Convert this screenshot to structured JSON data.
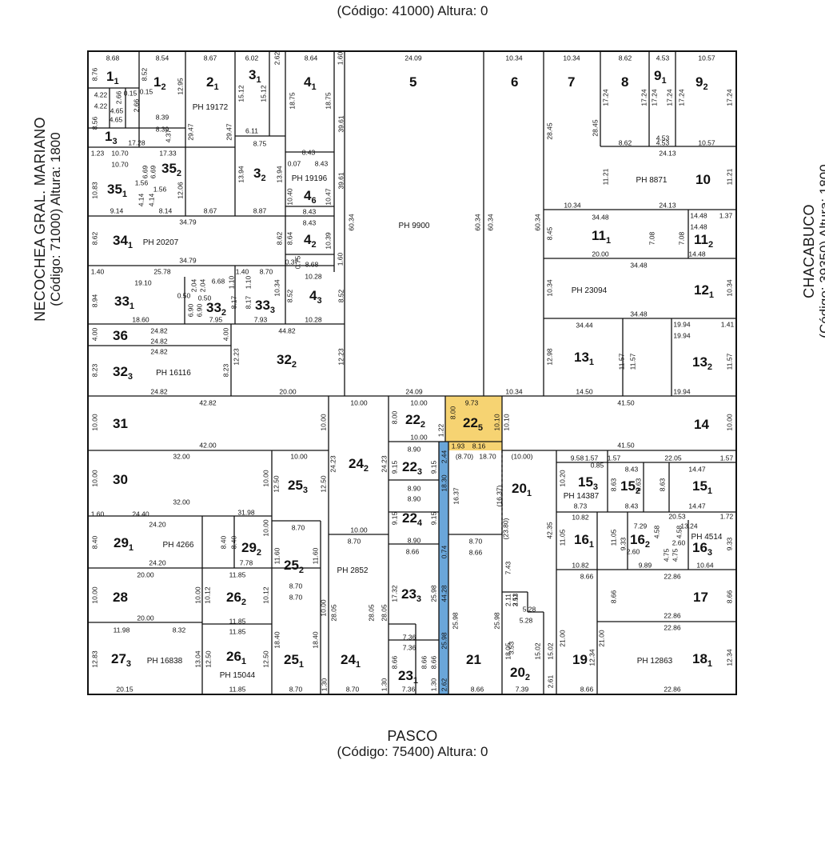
{
  "streets": {
    "top": {
      "name": "",
      "code": "(Código: 41000) Altura: 0"
    },
    "bottom": {
      "name": "PASCO",
      "code": "(Código: 75400) Altura: 0"
    },
    "left": {
      "name": "NECOCHEA GRAL. MARIANO",
      "code": "(Código: 71000) Altura: 1800"
    },
    "right": {
      "name": "CHACABUCO",
      "code": "(Código: 39350) Altura: 1800"
    }
  },
  "colors": {
    "highlight_lot": "#f6d372",
    "highlight_strip": "#6aa6d9"
  },
  "parcels": [
    {
      "id": "1_1",
      "num": "1",
      "sub": "1"
    },
    {
      "id": "1_2",
      "num": "1",
      "sub": "2"
    },
    {
      "id": "1_3",
      "num": "1",
      "sub": "3"
    },
    {
      "id": "2_1",
      "num": "2",
      "sub": "1",
      "ph": "PH 19172"
    },
    {
      "id": "3_1",
      "num": "3",
      "sub": "1"
    },
    {
      "id": "3_2",
      "num": "3",
      "sub": "2"
    },
    {
      "id": "4_1",
      "num": "4",
      "sub": "1"
    },
    {
      "id": "4_6",
      "num": "4",
      "sub": "6",
      "ph": "PH 19196"
    },
    {
      "id": "4_2",
      "num": "4",
      "sub": "2"
    },
    {
      "id": "4_3",
      "num": "4",
      "sub": "3"
    },
    {
      "id": "5",
      "num": "5",
      "sub": "",
      "ph": "PH 9900"
    },
    {
      "id": "6",
      "num": "6",
      "sub": ""
    },
    {
      "id": "7",
      "num": "7",
      "sub": ""
    },
    {
      "id": "8",
      "num": "8",
      "sub": ""
    },
    {
      "id": "9_1",
      "num": "9",
      "sub": "1"
    },
    {
      "id": "9_2",
      "num": "9",
      "sub": "2"
    },
    {
      "id": "10",
      "num": "10",
      "sub": "",
      "ph": "PH 8871"
    },
    {
      "id": "11_1",
      "num": "11",
      "sub": "1"
    },
    {
      "id": "11_2",
      "num": "11",
      "sub": "2"
    },
    {
      "id": "12_1",
      "num": "12",
      "sub": "1",
      "ph": "PH 23094"
    },
    {
      "id": "13_1",
      "num": "13",
      "sub": "1"
    },
    {
      "id": "13_2",
      "num": "13",
      "sub": "2"
    },
    {
      "id": "14",
      "num": "14",
      "sub": ""
    },
    {
      "id": "15_1",
      "num": "15",
      "sub": "1"
    },
    {
      "id": "15_2",
      "num": "15",
      "sub": "2"
    },
    {
      "id": "15_3",
      "num": "15",
      "sub": "3",
      "ph": "PH 14387"
    },
    {
      "id": "16_1",
      "num": "16",
      "sub": "1"
    },
    {
      "id": "16_2",
      "num": "16",
      "sub": "2"
    },
    {
      "id": "16_3",
      "num": "16",
      "sub": "3",
      "ph": "PH 4514"
    },
    {
      "id": "17",
      "num": "17",
      "sub": ""
    },
    {
      "id": "18_1",
      "num": "18",
      "sub": "1",
      "ph": "PH 12863"
    },
    {
      "id": "19",
      "num": "19",
      "sub": ""
    },
    {
      "id": "20_1",
      "num": "20",
      "sub": "1"
    },
    {
      "id": "20_2",
      "num": "20",
      "sub": "2"
    },
    {
      "id": "21",
      "num": "21",
      "sub": ""
    },
    {
      "id": "22_2",
      "num": "22",
      "sub": "2"
    },
    {
      "id": "22_5",
      "num": "22",
      "sub": "5"
    },
    {
      "id": "22_3",
      "num": "22",
      "sub": "3"
    },
    {
      "id": "22_4",
      "num": "22",
      "sub": "4"
    },
    {
      "id": "23_3",
      "num": "23",
      "sub": "3"
    },
    {
      "id": "23_1",
      "num": "23",
      "sub": "1"
    },
    {
      "id": "24_2",
      "num": "24",
      "sub": "2"
    },
    {
      "id": "24_1",
      "num": "24",
      "sub": "1",
      "ph": "PH 2852"
    },
    {
      "id": "25_3",
      "num": "25",
      "sub": "3"
    },
    {
      "id": "25_2",
      "num": "25",
      "sub": "2"
    },
    {
      "id": "25_1",
      "num": "25",
      "sub": "1"
    },
    {
      "id": "26_2",
      "num": "26",
      "sub": "2"
    },
    {
      "id": "26_1",
      "num": "26",
      "sub": "1",
      "ph": "PH 15044"
    },
    {
      "id": "27_3",
      "num": "27",
      "sub": "3",
      "ph": "PH 16838"
    },
    {
      "id": "28",
      "num": "28",
      "sub": ""
    },
    {
      "id": "29_1",
      "num": "29",
      "sub": "1",
      "ph": "PH 4266"
    },
    {
      "id": "29_2",
      "num": "29",
      "sub": "2"
    },
    {
      "id": "30",
      "num": "30",
      "sub": ""
    },
    {
      "id": "31",
      "num": "31",
      "sub": ""
    },
    {
      "id": "32_3",
      "num": "32",
      "sub": "3",
      "ph": "PH 16116"
    },
    {
      "id": "32_2",
      "num": "32",
      "sub": "2"
    },
    {
      "id": "33_1",
      "num": "33",
      "sub": "1"
    },
    {
      "id": "33_2",
      "num": "33",
      "sub": "2"
    },
    {
      "id": "33_3",
      "num": "33",
      "sub": "3"
    },
    {
      "id": "34_1",
      "num": "34",
      "sub": "1",
      "ph": "PH 20207"
    },
    {
      "id": "35_1",
      "num": "35",
      "sub": "1"
    },
    {
      "id": "35_2",
      "num": "35",
      "sub": "2"
    },
    {
      "id": "36",
      "num": "36",
      "sub": ""
    }
  ],
  "measures": [
    {
      "t": "8.68"
    },
    {
      "t": "8.54"
    },
    {
      "t": "8.67"
    },
    {
      "t": "6.02"
    },
    {
      "t": "2.62"
    },
    {
      "t": "8.64"
    },
    {
      "t": "1.60"
    },
    {
      "t": "24.09"
    },
    {
      "t": "10.34"
    },
    {
      "t": "10.34"
    },
    {
      "t": "8.62"
    },
    {
      "t": "4.53"
    },
    {
      "t": "10.57"
    },
    {
      "t": "8.76"
    },
    {
      "t": "8.52"
    },
    {
      "t": "12.95"
    },
    {
      "t": "15.12"
    },
    {
      "t": "15.12"
    },
    {
      "t": "18.75"
    },
    {
      "t": "18.75"
    },
    {
      "t": "4.22"
    },
    {
      "t": "4.22"
    },
    {
      "t": "8.39"
    },
    {
      "t": "8.39"
    },
    {
      "t": "4.37"
    },
    {
      "t": "29.47"
    },
    {
      "t": "29.47"
    },
    {
      "t": "17.28"
    },
    {
      "t": "8.56"
    },
    {
      "t": "6.11"
    },
    {
      "t": "8.75"
    },
    {
      "t": "39.61"
    },
    {
      "t": "28.45"
    },
    {
      "t": "28.45"
    },
    {
      "t": "17.24"
    },
    {
      "t": "17.24"
    },
    {
      "t": "17.24"
    },
    {
      "t": "17.24"
    },
    {
      "t": "17.24"
    },
    {
      "t": "17.24"
    },
    {
      "t": "8.62"
    },
    {
      "t": "4.53"
    },
    {
      "t": "10.57"
    },
    {
      "t": "24.13"
    },
    {
      "t": "11.21"
    },
    {
      "t": "11.21"
    },
    {
      "t": "24.13"
    },
    {
      "t": "10.34"
    },
    {
      "t": "1.23"
    },
    {
      "t": "10.70"
    },
    {
      "t": "17.33"
    },
    {
      "t": "10.70"
    },
    {
      "t": "6.69"
    },
    {
      "t": "6.69"
    },
    {
      "t": "1.56"
    },
    {
      "t": "1.56"
    },
    {
      "t": "10.83"
    },
    {
      "t": "12.06"
    },
    {
      "t": "4.14"
    },
    {
      "t": "4.14"
    },
    {
      "t": "9.14"
    },
    {
      "t": "8.14"
    },
    {
      "t": "8.67"
    },
    {
      "t": "8.87"
    },
    {
      "t": "13.94"
    },
    {
      "t": "13.94"
    },
    {
      "t": "8.43"
    },
    {
      "t": "8.43"
    },
    {
      "t": "0.07"
    },
    {
      "t": "10.40"
    },
    {
      "t": "10.47"
    },
    {
      "t": "8.43"
    },
    {
      "t": "34.79"
    },
    {
      "t": "34.79"
    },
    {
      "t": "8.62"
    },
    {
      "t": "8.62"
    },
    {
      "t": "8.64"
    },
    {
      "t": "10.39"
    },
    {
      "t": "8.43"
    },
    {
      "t": "8.68"
    },
    {
      "t": "60.34"
    },
    {
      "t": "60.34"
    },
    {
      "t": "60.34"
    },
    {
      "t": "60.34"
    },
    {
      "t": "34.48"
    },
    {
      "t": "14.48"
    },
    {
      "t": "1.37"
    },
    {
      "t": "14.48"
    },
    {
      "t": "8.45"
    },
    {
      "t": "7.08"
    },
    {
      "t": "7.08"
    },
    {
      "t": "20.00"
    },
    {
      "t": "14.48"
    },
    {
      "t": "34.48"
    },
    {
      "t": "10.34"
    },
    {
      "t": "10.34"
    },
    {
      "t": "34.48"
    },
    {
      "t": "1.40"
    },
    {
      "t": "25.78"
    },
    {
      "t": "1.40"
    },
    {
      "t": "8.70"
    },
    {
      "t": "19.10"
    },
    {
      "t": "10.28"
    },
    {
      "t": "8.94"
    },
    {
      "t": "0.50"
    },
    {
      "t": "0.50"
    },
    {
      "t": "2.04"
    },
    {
      "t": "2.04"
    },
    {
      "t": "6.68"
    },
    {
      "t": "1.10"
    },
    {
      "t": "1.10"
    },
    {
      "t": "6.90"
    },
    {
      "t": "6.90"
    },
    {
      "t": "8.17"
    },
    {
      "t": "8.17"
    },
    {
      "t": "10.34"
    },
    {
      "t": "8.52"
    },
    {
      "t": "8.52"
    },
    {
      "t": "18.60"
    },
    {
      "t": "7.95"
    },
    {
      "t": "7.93"
    },
    {
      "t": "10.28"
    },
    {
      "t": "34.44"
    },
    {
      "t": "19.94"
    },
    {
      "t": "1.41"
    },
    {
      "t": "19.94"
    },
    {
      "t": "12.98"
    },
    {
      "t": "11.57"
    },
    {
      "t": "11.57"
    },
    {
      "t": "11.57"
    },
    {
      "t": "14.50"
    },
    {
      "t": "19.94"
    },
    {
      "t": "4.00"
    },
    {
      "t": "24.82"
    },
    {
      "t": "24.82"
    },
    {
      "t": "4.00"
    },
    {
      "t": "44.82"
    },
    {
      "t": "24.82"
    },
    {
      "t": "12.23"
    },
    {
      "t": "12.23"
    },
    {
      "t": "8.23"
    },
    {
      "t": "8.23"
    },
    {
      "t": "24.82"
    },
    {
      "t": "20.00"
    },
    {
      "t": "24.09"
    },
    {
      "t": "10.34"
    },
    {
      "t": "42.82"
    },
    {
      "t": "10.00"
    },
    {
      "t": "10.00"
    },
    {
      "t": "10.00"
    },
    {
      "t": "42.00"
    },
    {
      "t": "10.00"
    },
    {
      "t": "8.00"
    },
    {
      "t": "8.00"
    },
    {
      "t": "1.22"
    },
    {
      "t": "10.00"
    },
    {
      "t": "9.73"
    },
    {
      "t": "10.10"
    },
    {
      "t": "10.10"
    },
    {
      "t": "1.93"
    },
    {
      "t": "8.16"
    },
    {
      "t": "41.50"
    },
    {
      "t": "10.00"
    },
    {
      "t": "41.50"
    },
    {
      "t": "32.00"
    },
    {
      "t": "10.00"
    },
    {
      "t": "10.00"
    },
    {
      "t": "12.50"
    },
    {
      "t": "12.50"
    },
    {
      "t": "10.00"
    },
    {
      "t": "32.00"
    },
    {
      "t": "24.23"
    },
    {
      "t": "24.23"
    },
    {
      "t": "8.90"
    },
    {
      "t": "9.15"
    },
    {
      "t": "9.15"
    },
    {
      "t": "8.90"
    },
    {
      "t": "2.44"
    },
    {
      "t": "(8.70)"
    },
    {
      "t": "18.70"
    },
    {
      "t": "(10.00)"
    },
    {
      "t": "(16.37)"
    },
    {
      "t": "16.37"
    },
    {
      "t": "18.30"
    },
    {
      "t": "9.58"
    },
    {
      "t": "1.57"
    },
    {
      "t": "22.05"
    },
    {
      "t": "1.57"
    },
    {
      "t": "0.85"
    },
    {
      "t": "8.43"
    },
    {
      "t": "14.47"
    },
    {
      "t": "10.20"
    },
    {
      "t": "8.63"
    },
    {
      "t": "8.63"
    },
    {
      "t": "8.63"
    },
    {
      "t": "8.73"
    },
    {
      "t": "8.43"
    },
    {
      "t": "14.47"
    },
    {
      "t": "1.60"
    },
    {
      "t": "24.40"
    },
    {
      "t": "31.98"
    },
    {
      "t": "24.20"
    },
    {
      "t": "10.00"
    },
    {
      "t": "8.70"
    },
    {
      "t": "8.40"
    },
    {
      "t": "8.40"
    },
    {
      "t": "8.40"
    },
    {
      "t": "7.78"
    },
    {
      "t": "24.20"
    },
    {
      "t": "8.90"
    },
    {
      "t": "9.15"
    },
    {
      "t": "9.15"
    },
    {
      "t": "8.90"
    },
    {
      "t": "10.00"
    },
    {
      "t": "8.70"
    },
    {
      "t": "(23.80)"
    },
    {
      "t": "8.70"
    },
    {
      "t": "10.82"
    },
    {
      "t": "20.53"
    },
    {
      "t": "1.72"
    },
    {
      "t": "13.24"
    },
    {
      "t": "42.35"
    },
    {
      "t": "11.05"
    },
    {
      "t": "11.05"
    },
    {
      "t": "7.29"
    },
    {
      "t": "4.58"
    },
    {
      "t": "4.58"
    },
    {
      "t": "9.33"
    },
    {
      "t": "9.33"
    },
    {
      "t": "2.60"
    },
    {
      "t": "2.60"
    },
    {
      "t": "4.75"
    },
    {
      "t": "4.75"
    },
    {
      "t": "10.82"
    },
    {
      "t": "9.89"
    },
    {
      "t": "10.64"
    },
    {
      "t": "11.60"
    },
    {
      "t": "11.60"
    },
    {
      "t": "8.66"
    },
    {
      "t": "0.74"
    },
    {
      "t": "8.66"
    },
    {
      "t": "20.00"
    },
    {
      "t": "11.85"
    },
    {
      "t": "8.70"
    },
    {
      "t": "8.70"
    },
    {
      "t": "10.00"
    },
    {
      "t": "10.00"
    },
    {
      "t": "10.12"
    },
    {
      "t": "10.12"
    },
    {
      "t": "20.00"
    },
    {
      "t": "11.85"
    },
    {
      "t": "7.43"
    },
    {
      "t": "2.11"
    },
    {
      "t": "2.11"
    },
    {
      "t": "3.53"
    },
    {
      "t": "5.28"
    },
    {
      "t": "5.28"
    },
    {
      "t": "8.66"
    },
    {
      "t": "22.86"
    },
    {
      "t": "8.66"
    },
    {
      "t": "8.66"
    },
    {
      "t": "22.86"
    },
    {
      "t": "17.32"
    },
    {
      "t": "25.98"
    },
    {
      "t": "44.28"
    },
    {
      "t": "25.98"
    },
    {
      "t": "25.98"
    },
    {
      "t": "28.05"
    },
    {
      "t": "28.05"
    },
    {
      "t": "28.05"
    },
    {
      "t": "10.00"
    },
    {
      "t": "11.98"
    },
    {
      "t": "8.32"
    },
    {
      "t": "11.85"
    },
    {
      "t": "12.83"
    },
    {
      "t": "13.04"
    },
    {
      "t": "12.50"
    },
    {
      "t": "12.50"
    },
    {
      "t": "18.40"
    },
    {
      "t": "18.40"
    },
    {
      "t": "7.36"
    },
    {
      "t": "7.36"
    },
    {
      "t": "8.66"
    },
    {
      "t": "8.66"
    },
    {
      "t": "8.66"
    },
    {
      "t": "25.98"
    },
    {
      "t": "3.53"
    },
    {
      "t": "18.05"
    },
    {
      "t": "15.02"
    },
    {
      "t": "15.02"
    },
    {
      "t": "21.00"
    },
    {
      "t": "21.00"
    },
    {
      "t": "22.86"
    },
    {
      "t": "12.34"
    },
    {
      "t": "12.34"
    },
    {
      "t": "20.15"
    },
    {
      "t": "11.85"
    },
    {
      "t": "8.70"
    },
    {
      "t": "1.30"
    },
    {
      "t": "8.70"
    },
    {
      "t": "1.30"
    },
    {
      "t": "7.36"
    },
    {
      "t": "1.30"
    },
    {
      "t": "2.62"
    },
    {
      "t": "8.66"
    },
    {
      "t": "2.61"
    },
    {
      "t": "7.39"
    },
    {
      "t": "8.66"
    },
    {
      "t": "22.86"
    },
    {
      "t": "4.65"
    },
    {
      "t": "4.65"
    },
    {
      "t": "0.15"
    },
    {
      "t": "0.15"
    },
    {
      "t": "2.66"
    },
    {
      "t": "2.66"
    },
    {
      "t": "4.53"
    },
    {
      "t": "1.57"
    },
    {
      "t": "0.37"
    },
    {
      "t": "0.75"
    },
    {
      "t": "1.60"
    },
    {
      "t": "39.61"
    }
  ]
}
